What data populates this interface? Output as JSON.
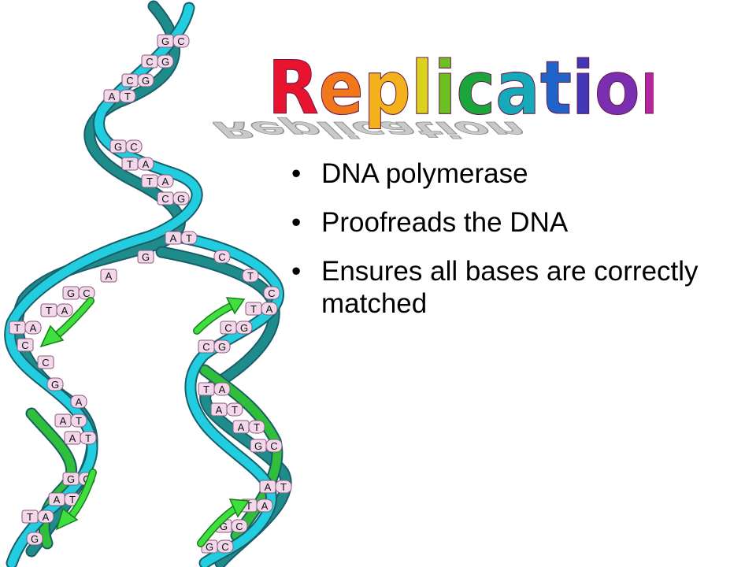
{
  "slide": {
    "title": "Replication",
    "title_colors": [
      "#e8132f",
      "#f0771a",
      "#f3b21c",
      "#d9d21f",
      "#6cc024",
      "#1aa63a",
      "#16a9b9",
      "#2164c9",
      "#4138b8",
      "#7a2fb0",
      "#b3269e"
    ],
    "bullets": [
      "DNA polymerase",
      "Proofreads the DNA",
      "Ensures all bases are correctly matched"
    ]
  },
  "dna_diagram": {
    "colors": {
      "strand_cyan": "#22cde0",
      "strand_teal": "#1f8c8c",
      "new_strand_green": "#2fbf3a",
      "arrow_green": "#3ee03e",
      "base_fill": "#f2d8ea",
      "base_outline": "#8a5a7a"
    },
    "upper_pairs": [
      [
        "G",
        "C"
      ],
      [
        "C",
        "G"
      ],
      [
        "C",
        "G"
      ],
      [
        "A",
        "T"
      ],
      [
        "G",
        "C"
      ],
      [
        "T",
        "A"
      ],
      [
        "T",
        "A"
      ],
      [
        "C",
        "G"
      ],
      [
        "A",
        "T"
      ]
    ],
    "free_bases": [
      "G",
      "A",
      "C",
      "T",
      "C"
    ],
    "left_pairs": [
      [
        "G",
        "C"
      ],
      [
        "T",
        "A"
      ],
      [
        "T",
        "A"
      ],
      [
        "C",
        ""
      ],
      [
        "C",
        ""
      ],
      [
        "",
        "G"
      ],
      [
        "",
        "A"
      ],
      [
        "A",
        "T"
      ],
      [
        "A",
        "T"
      ],
      [
        "G",
        "C"
      ],
      [
        "A",
        "T"
      ],
      [
        "T",
        "A"
      ],
      [
        "",
        "G"
      ]
    ],
    "right_pairs": [
      [
        "T",
        "A"
      ],
      [
        "C",
        "G"
      ],
      [
        "C",
        "G"
      ],
      [
        "T",
        "A"
      ],
      [
        "A",
        "T"
      ],
      [
        "A",
        "T"
      ],
      [
        "G",
        "C"
      ],
      [
        "A",
        "T"
      ],
      [
        "T",
        "A"
      ],
      [
        "G",
        "C"
      ]
    ]
  }
}
